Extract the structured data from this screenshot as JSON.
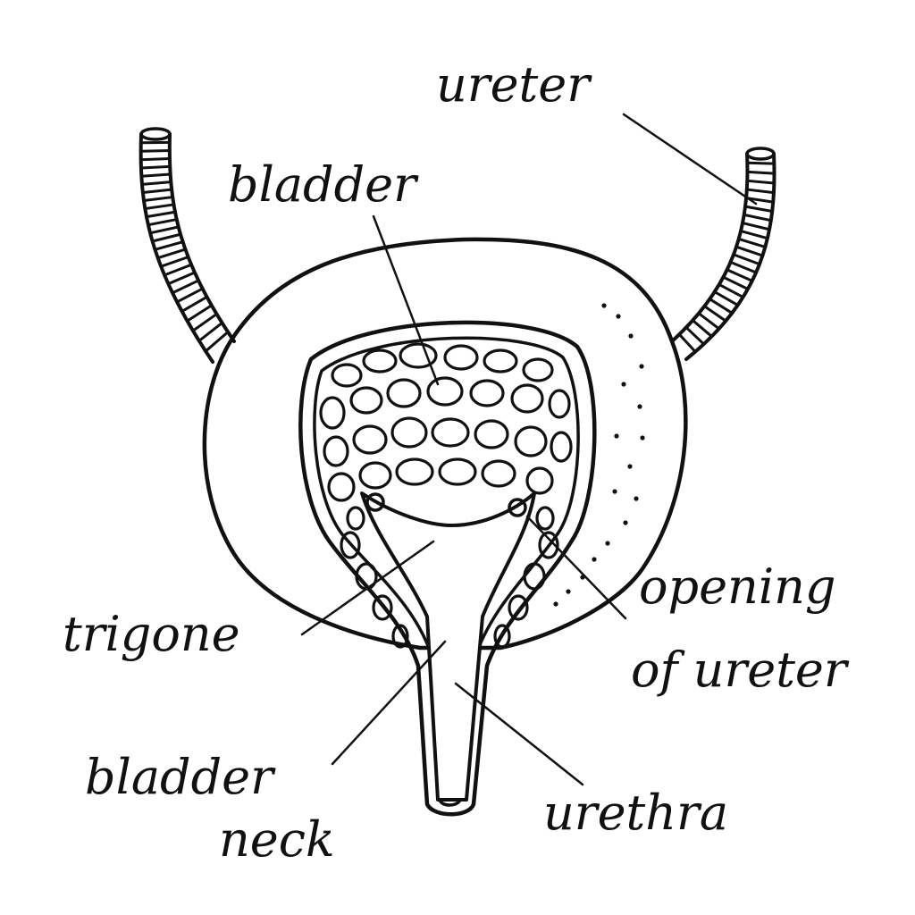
{
  "labels": {
    "ureter": "ureter",
    "bladder": "bladder",
    "trigone": "trigone",
    "opening_line1": "opening",
    "opening_line2": "of ureter",
    "neck_line1": "bladder",
    "neck_line2": "neck",
    "urethra": "urethra"
  },
  "colors": {
    "ink": "#111111",
    "background": "#ffffff"
  }
}
